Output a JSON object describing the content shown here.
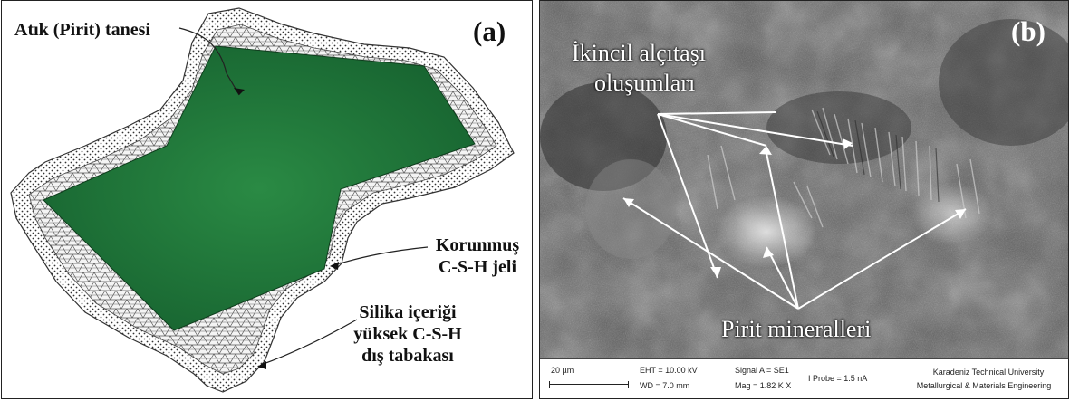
{
  "panel_a": {
    "label": "(a)",
    "callout_grain": "Atık (Pirit) tanesi",
    "callout_protected_line1": "Korunmuş",
    "callout_protected_line2": "C-S-H jeli",
    "callout_outer_line1": "Silika içeriği",
    "callout_outer_line2": "yüksek C-S-H",
    "callout_outer_line3": "dış tabakası",
    "grain_color": "#1f7a3a"
  },
  "panel_b": {
    "label": "(b)",
    "annotation_gypsum_line1": "İkincil alçıtaşı",
    "annotation_gypsum_line2": "oluşumları",
    "annotation_pyrite": "Pirit mineralleri",
    "scalebar": {
      "scale_label": "20 µm",
      "eht": "EHT = 10.00 kV",
      "wd": "WD = 7.0 mm",
      "signal": "Signal A = SE1",
      "mag": "Mag =  1.82 K X",
      "probe": "I Probe =    1.5 nA",
      "institution_line1": "Karadeniz Technical University",
      "institution_line2": "Metallurgical & Materials Engineering"
    }
  }
}
